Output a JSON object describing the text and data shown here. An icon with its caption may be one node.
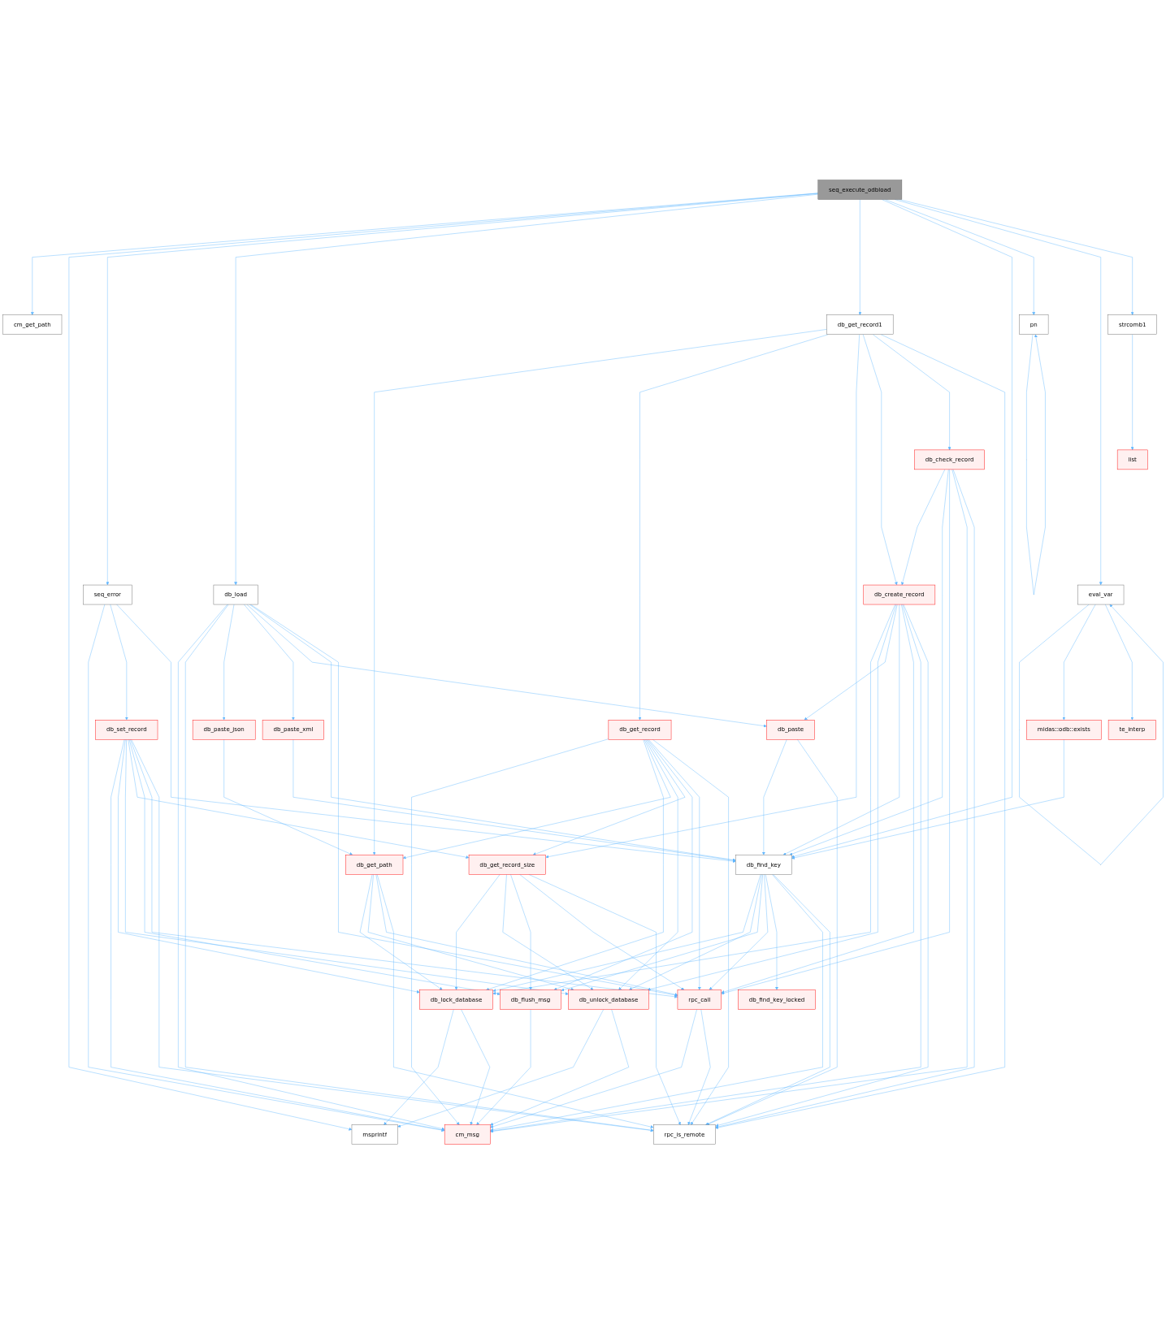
{
  "diagram": {
    "nodes": [
      {
        "text": [
          "seq_execute_odbload"
        ]
      },
      {
        "text": [
          "cm_get_path"
        ]
      },
      {
        "text": [
          "seq_error"
        ]
      },
      {
        "text": [
          "db_load"
        ]
      },
      {
        "text": [
          "db_get_record1"
        ]
      },
      {
        "text": [
          "pn"
        ]
      },
      {
        "text": [
          "eval_var"
        ]
      },
      {
        "text": [
          "strcomb1"
        ]
      },
      {
        "text": [
          "db_set_record"
        ]
      },
      {
        "text": [
          "db_paste_json"
        ]
      },
      {
        "text": [
          "db_get_path"
        ]
      },
      {
        "text": [
          "db_get_record"
        ]
      },
      {
        "text": [
          "db_get_record_size"
        ]
      },
      {
        "text": [
          "db_paste_xml"
        ]
      },
      {
        "text": [
          "db_paste"
        ]
      },
      {
        "text": [
          "db_create_record"
        ]
      },
      {
        "text": [
          "db_check_record"
        ]
      },
      {
        "text": [
          "midas::odb::exists"
        ]
      },
      {
        "text": [
          "te_interp"
        ]
      },
      {
        "text": [
          "list"
        ]
      },
      {
        "text": [
          "db_find_key"
        ]
      },
      {
        "text": [
          "db_lock_database"
        ]
      },
      {
        "text": [
          "db_unlock_database"
        ]
      },
      {
        "text": [
          "db_flush_msg"
        ]
      },
      {
        "text": [
          "rpc_call"
        ]
      },
      {
        "text": [
          "db_find_key_locked"
        ]
      },
      {
        "text": [
          "msprintf"
        ]
      },
      {
        "text": [
          "cm_msg"
        ]
      },
      {
        "text": [
          "rpc_is_remote"
        ]
      }
    ],
    "edges": [
      {
        "from": 0,
        "to": 1,
        "arrow": "to"
      },
      {
        "from": 0,
        "to": 26,
        "arrow": "to"
      },
      {
        "from": 0,
        "to": 2,
        "arrow": "to"
      },
      {
        "from": 0,
        "to": 3,
        "arrow": "to"
      },
      {
        "from": 0,
        "to": 4,
        "arrow": "to"
      },
      {
        "from": 0,
        "to": 20,
        "arrow": "to"
      },
      {
        "from": 0,
        "to": 5,
        "arrow": "to"
      },
      {
        "from": 0,
        "to": 6,
        "arrow": "to"
      },
      {
        "from": 0,
        "to": 7,
        "arrow": "to"
      },
      {
        "from": 2,
        "to": 27,
        "arrow": "to"
      },
      {
        "from": 2,
        "to": 8,
        "arrow": "to"
      },
      {
        "from": 2,
        "to": 20,
        "arrow": "to"
      },
      {
        "from": 3,
        "to": 27,
        "arrow": "to"
      },
      {
        "from": 3,
        "to": 28,
        "arrow": "to"
      },
      {
        "from": 3,
        "to": 9,
        "arrow": "to"
      },
      {
        "from": 3,
        "to": 13,
        "arrow": "to"
      },
      {
        "from": 3,
        "to": 14,
        "arrow": "to"
      },
      {
        "from": 3,
        "to": 20,
        "arrow": "to"
      },
      {
        "from": 3,
        "to": 24,
        "arrow": "to"
      },
      {
        "from": 4,
        "to": 10,
        "arrow": "to"
      },
      {
        "from": 4,
        "to": 11,
        "arrow": "to"
      },
      {
        "from": 4,
        "to": 12,
        "arrow": "to"
      },
      {
        "from": 4,
        "to": 15,
        "arrow": "to"
      },
      {
        "from": 4,
        "to": 16,
        "arrow": "to"
      },
      {
        "from": 4,
        "to": 28,
        "arrow": "to"
      },
      {
        "from": 5,
        "to": 5,
        "arrow": "to"
      },
      {
        "from": 6,
        "to": 6,
        "arrow": "to"
      },
      {
        "from": 6,
        "to": 17,
        "arrow": "to"
      },
      {
        "from": 6,
        "to": 18,
        "arrow": "to"
      },
      {
        "from": 7,
        "to": 19,
        "arrow": "to"
      },
      {
        "from": 8,
        "to": 27,
        "arrow": "to"
      },
      {
        "from": 8,
        "to": 21,
        "arrow": "to"
      },
      {
        "from": 8,
        "to": 22,
        "arrow": "to"
      },
      {
        "from": 8,
        "to": 12,
        "arrow": "to"
      },
      {
        "from": 8,
        "to": 23,
        "arrow": "to"
      },
      {
        "from": 8,
        "to": 24,
        "arrow": "to"
      },
      {
        "from": 8,
        "to": 28,
        "arrow": "to"
      },
      {
        "from": 9,
        "to": 10,
        "arrow": "to"
      },
      {
        "from": 10,
        "to": 21,
        "arrow": "to"
      },
      {
        "from": 10,
        "to": 22,
        "arrow": "to"
      },
      {
        "from": 10,
        "to": 24,
        "arrow": "to"
      },
      {
        "from": 10,
        "to": 28,
        "arrow": "to"
      },
      {
        "from": 11,
        "to": 27,
        "arrow": "to"
      },
      {
        "from": 11,
        "to": 21,
        "arrow": "to"
      },
      {
        "from": 11,
        "to": 10,
        "arrow": "to"
      },
      {
        "from": 11,
        "to": 22,
        "arrow": "to"
      },
      {
        "from": 11,
        "to": 12,
        "arrow": "to"
      },
      {
        "from": 11,
        "to": 23,
        "arrow": "to"
      },
      {
        "from": 11,
        "to": 24,
        "arrow": "to"
      },
      {
        "from": 11,
        "to": 28,
        "arrow": "to"
      },
      {
        "from": 12,
        "to": 21,
        "arrow": "to"
      },
      {
        "from": 12,
        "to": 22,
        "arrow": "to"
      },
      {
        "from": 12,
        "to": 23,
        "arrow": "to"
      },
      {
        "from": 12,
        "to": 24,
        "arrow": "to"
      },
      {
        "from": 12,
        "to": 28,
        "arrow": "to"
      },
      {
        "from": 13,
        "to": 20,
        "arrow": "to"
      },
      {
        "from": 14,
        "to": 20,
        "arrow": "to"
      },
      {
        "from": 14,
        "to": 28,
        "arrow": "to"
      },
      {
        "from": 15,
        "to": 21,
        "arrow": "to"
      },
      {
        "from": 15,
        "to": 22,
        "arrow": "to"
      },
      {
        "from": 15,
        "to": 14,
        "arrow": "to"
      },
      {
        "from": 15,
        "to": 20,
        "arrow": "to"
      },
      {
        "from": 15,
        "to": 24,
        "arrow": "to"
      },
      {
        "from": 15,
        "to": 27,
        "arrow": "to"
      },
      {
        "from": 15,
        "to": 28,
        "arrow": "to"
      },
      {
        "from": 16,
        "to": 15,
        "arrow": "to"
      },
      {
        "from": 16,
        "to": 20,
        "arrow": "to"
      },
      {
        "from": 16,
        "to": 24,
        "arrow": "to"
      },
      {
        "from": 16,
        "to": 27,
        "arrow": "to"
      },
      {
        "from": 16,
        "to": 28,
        "arrow": "to"
      },
      {
        "from": 17,
        "to": 20,
        "arrow": "to"
      },
      {
        "from": 20,
        "to": 21,
        "arrow": "to"
      },
      {
        "from": 20,
        "to": 22,
        "arrow": "to"
      },
      {
        "from": 20,
        "to": 23,
        "arrow": "to"
      },
      {
        "from": 20,
        "to": 24,
        "arrow": "to"
      },
      {
        "from": 20,
        "to": 25,
        "arrow": "to"
      },
      {
        "from": 20,
        "to": 27,
        "arrow": "to"
      },
      {
        "from": 20,
        "to": 28,
        "arrow": "to"
      },
      {
        "from": 21,
        "to": 26,
        "arrow": "to"
      },
      {
        "from": 21,
        "to": 27,
        "arrow": "to"
      },
      {
        "from": 22,
        "to": 26,
        "arrow": "to"
      },
      {
        "from": 22,
        "to": 27,
        "arrow": "to"
      },
      {
        "from": 23,
        "to": 27,
        "arrow": "to"
      },
      {
        "from": 24,
        "to": 27,
        "arrow": "to"
      },
      {
        "from": 24,
        "to": 28,
        "arrow": "to"
      }
    ]
  }
}
